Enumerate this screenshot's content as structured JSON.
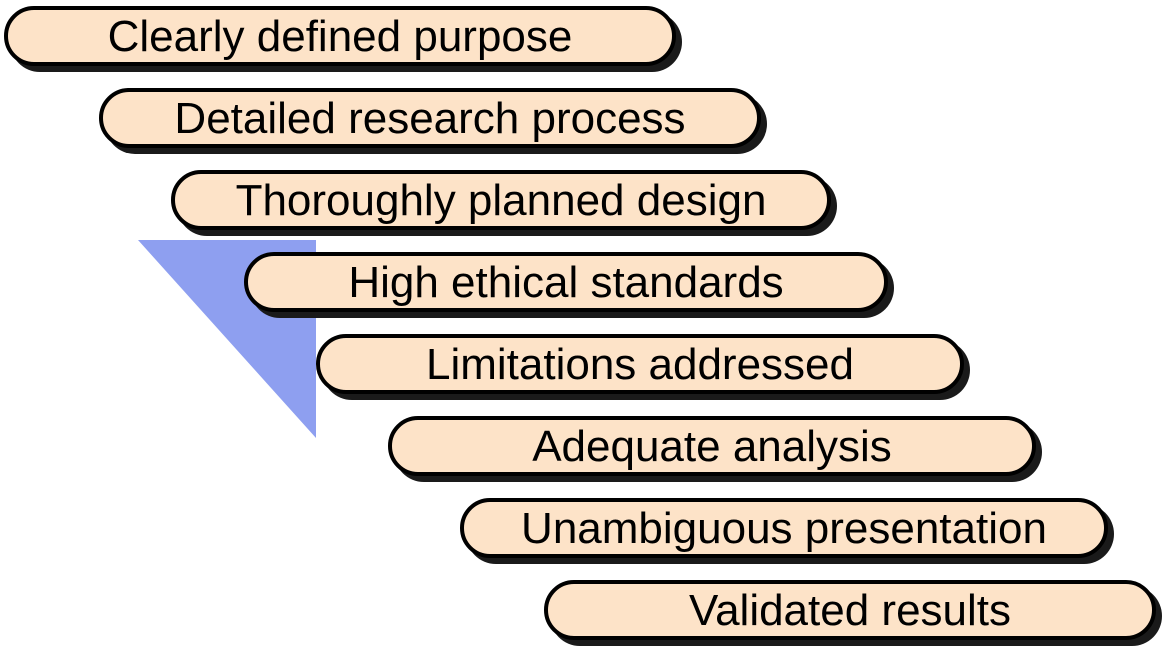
{
  "colors": {
    "step_fill": "#fde3c8",
    "step_border": "#000000",
    "shadow": "#1a1a1a",
    "wedge": "#8e9ff0",
    "text": "#000000"
  },
  "steps": [
    {
      "label": "Clearly defined purpose"
    },
    {
      "label": "Detailed research process"
    },
    {
      "label": "Thoroughly planned design"
    },
    {
      "label": "High ethical standards"
    },
    {
      "label": "Limitations addressed"
    },
    {
      "label": "Adequate analysis"
    },
    {
      "label": "Unambiguous presentation"
    },
    {
      "label": "Validated results"
    }
  ]
}
